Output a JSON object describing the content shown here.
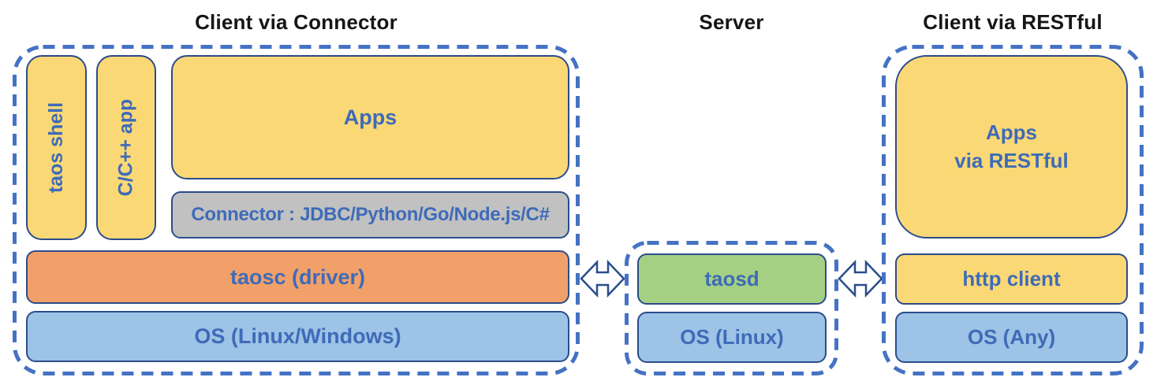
{
  "titles": {
    "connector_client": "Client via Connector",
    "server": "Server",
    "restful_client": "Client via RESTful"
  },
  "connector_client": {
    "taos_shell": "taos shell",
    "c_cpp_app": "C/C++ app",
    "apps": "Apps",
    "connector": "Connector : JDBC/Python/Go/Node.js/C#",
    "driver": "taosc (driver)",
    "os": "OS (Linux/Windows)"
  },
  "server": {
    "daemon": "taosd",
    "os": "OS (Linux)"
  },
  "restful_client": {
    "apps": "Apps\nvia RESTful",
    "http_client": "http client",
    "os": "OS (Any)"
  },
  "icons": {
    "left_link": "bidirectional-arrow",
    "right_link": "bidirectional-arrow"
  },
  "colors": {
    "dashed_outline": "#4472C4",
    "box_border": "#2B4C8C",
    "label_text": "#3E6BB8",
    "title_text": "#161616",
    "yellow_box": "#FBD876",
    "gray_box": "#C1C1C1",
    "orange_box": "#F2A069",
    "blue_box": "#9DC3E6",
    "green_box": "#A5D083"
  }
}
